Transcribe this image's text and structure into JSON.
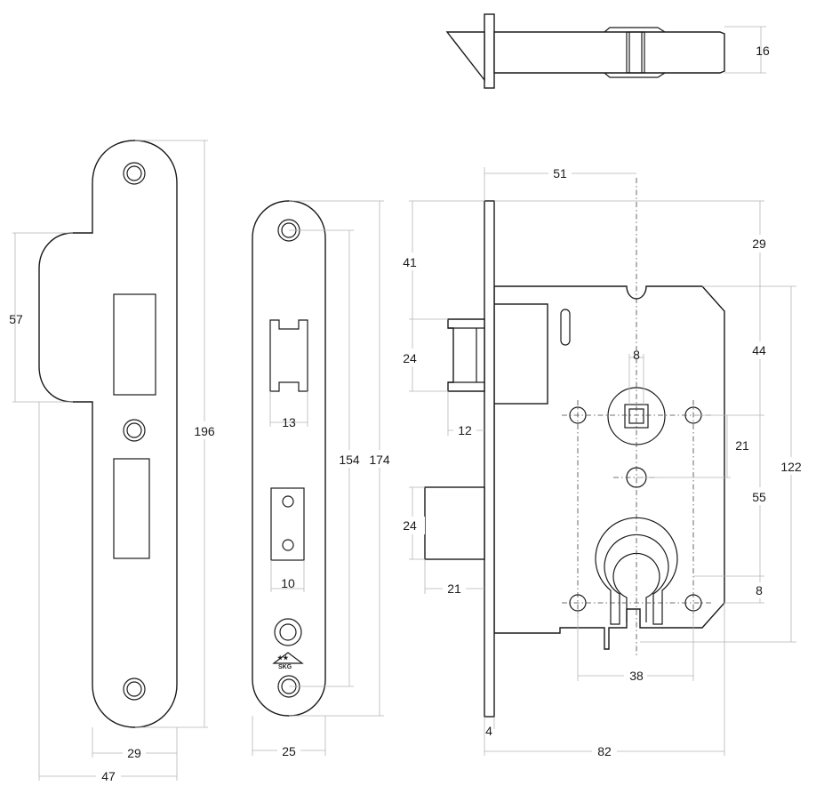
{
  "dimensions": {
    "strike_plate_long_height": "196",
    "strike_plate_lip_height": "57",
    "strike_plate_width": "29",
    "strike_plate_total_width": "47",
    "faceplate_total_height": "174",
    "faceplate_hole_spacing": "154",
    "faceplate_latch_cutout_width": "13",
    "faceplate_bolt_cutout_width": "10",
    "faceplate_width": "25",
    "latch_side_thickness": "16",
    "backset": "51",
    "latch_offset": "41",
    "latch_height": "24",
    "latch_projection": "12",
    "bolt_height": "24",
    "bolt_projection": "21",
    "case_top_offset": "29",
    "spindle_from_top": "44",
    "spindle_square": "8",
    "hole_spacing_small": "21",
    "spindle_to_cylinder": "55",
    "case_height": "122",
    "cylinder_offset": "8",
    "fixing_hole_spacing": "38",
    "faceplate_thickness": "4",
    "case_depth": "82"
  },
  "marks": {
    "quality_mark": "SKG",
    "quality_stars": "★★"
  }
}
